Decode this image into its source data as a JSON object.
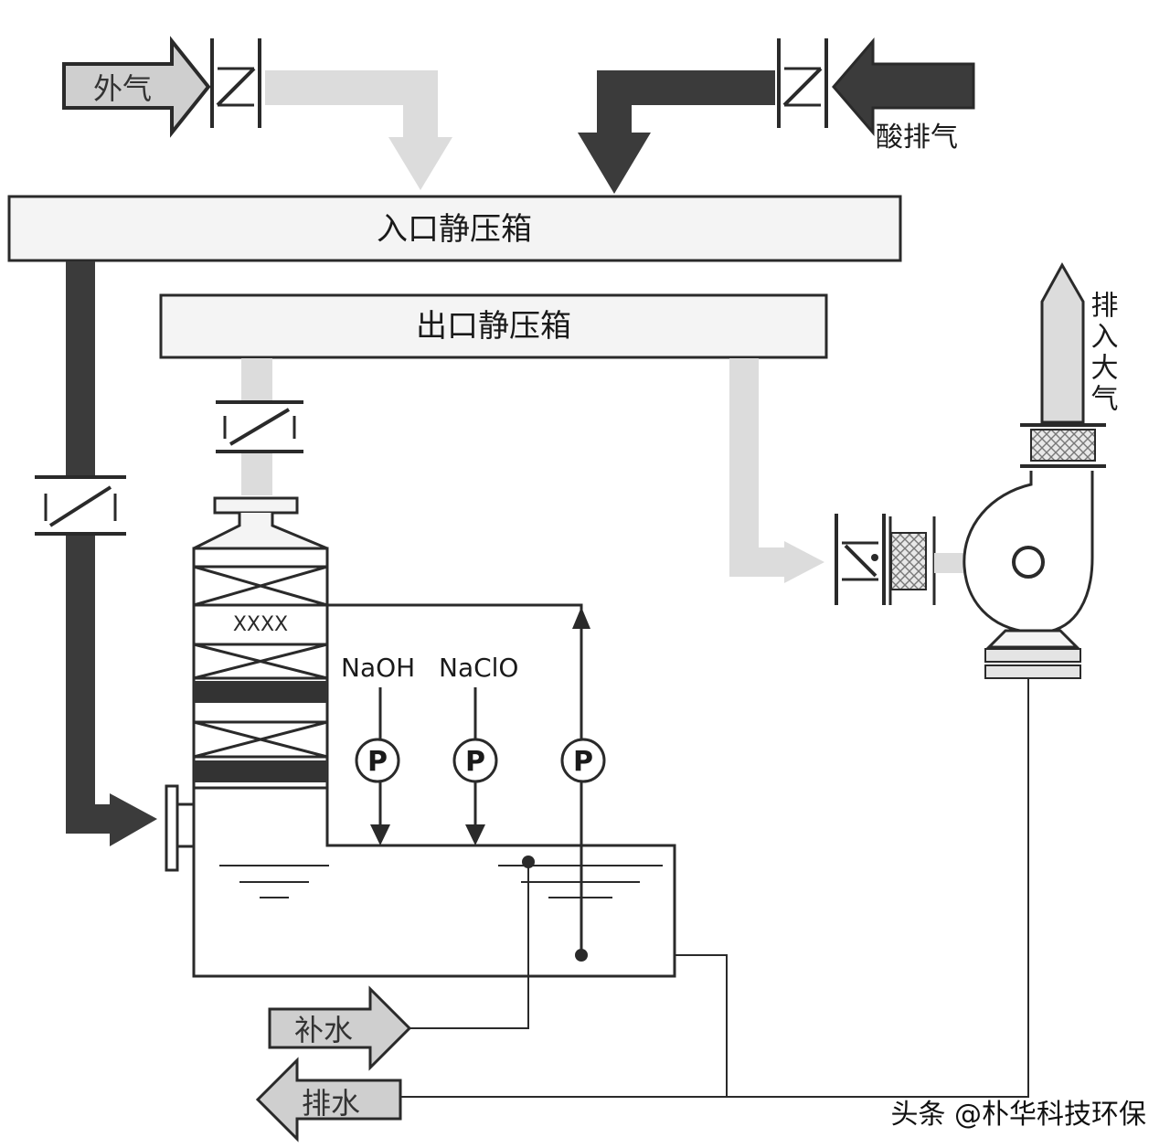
{
  "labels": {
    "outside_air": "外气",
    "acid_exhaust": "酸排气",
    "inlet_plenum": "入口静压箱",
    "outlet_plenum": "出口静压箱",
    "to_atmosphere": "排入大气",
    "naoh": "NaOH",
    "naclo": "NaClO",
    "makeup_water": "补水",
    "drain_water": "排水",
    "pump_symbol": "P"
  },
  "watermark": "头条 @朴华科技环保",
  "colors": {
    "outline": "#2a2a2a",
    "dark_duct": "#3b3b3b",
    "light_duct": "#d4d4d4",
    "box_fill": "#f4f4f4",
    "arrow_fill": "#cfcfcf",
    "band_dark": "#333333"
  }
}
